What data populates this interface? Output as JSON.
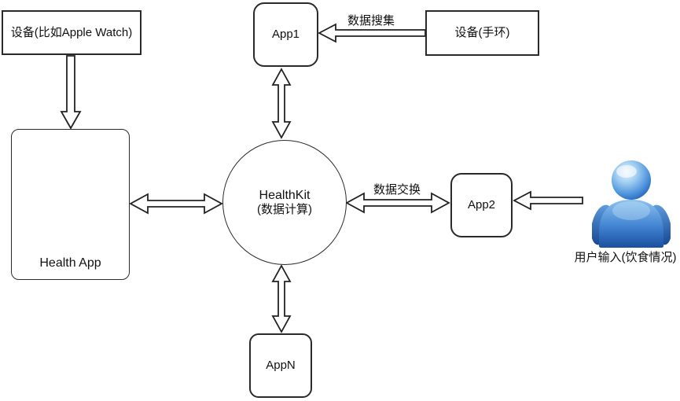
{
  "nodes": {
    "device_watch": {
      "label": "设备(比如Apple Watch)"
    },
    "device_band": {
      "label": "设备(手环)"
    },
    "app1": {
      "label": "App1"
    },
    "app2": {
      "label": "App2"
    },
    "appn": {
      "label": "AppN"
    },
    "health_app": {
      "label": "Health App"
    },
    "healthkit": {
      "title": "HealthKit",
      "subtitle": "(数据计算)"
    },
    "user": {
      "label": "用户输入(饮食情况)"
    }
  },
  "edge_labels": {
    "data_collection": "数据搜集",
    "data_exchange": "数据交换"
  },
  "icons": {
    "person": "user-person-icon"
  },
  "colors": {
    "background": "#ffffff",
    "stroke": "#222222",
    "text": "#111111",
    "person_blue_light": "#9ecdf0",
    "person_blue_dark": "#1a4fa0"
  }
}
